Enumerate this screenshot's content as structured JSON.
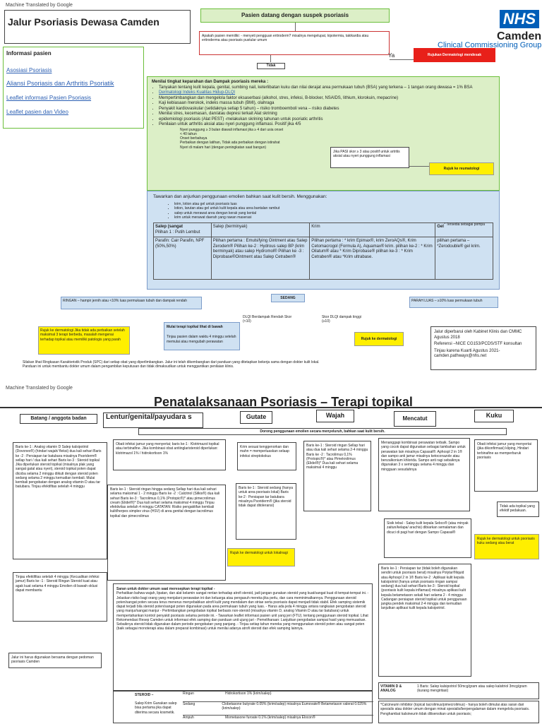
{
  "p1": {
    "mt": "Machine Translated by Google",
    "title": "Jalur Psoriasis Dewasa Camden",
    "suspect": "Pasien datang dengan suspek psoriasis",
    "q": "Apakah pasien memiliki: - menyeti pengguan eritroderm? misalnya mengelupat, kipotermia, takikardia atau eritroderma atau psoriasis pustular umum",
    "ya": "Ya",
    "urgent": "Rujukan Dermatologi mendesak",
    "tidak": "Tidak",
    "nhs": "NHS",
    "camden": "Camden",
    "ccg": "Clinical Commissioning Group",
    "info_head": "Informasi pasien",
    "links": [
      "Asosiasi Psoriasis",
      "Aliansi Psoriasis dan Arthritis Psoriatik",
      "Leaflet informasi Pasien Psoriasis",
      "Leaflet pasien dan Video"
    ],
    "assess_head": "Menilai tingkat keparahan dan Dampak psoriasis mereka :",
    "assess": [
      "Tanyakan tentang kulit kepala, genital, sumbing nail, keterlibatan kuku dan nilai derajat area permukaan tubuh (BSA) yang terkena – 1 tangan orang dewasa = 1% BSA",
      "Dermatologi Indeks Kualitas Hidup-DLQI",
      "Mempertimbangkan dan mengelola faktor eksaserbasi (alkohol, stres, infeksi, B-blocker, NSAIDS, lithium, klorokuin, mepacrine)",
      "Kaji kebiasaan merokok, indeks massa tubuh (BMI), olahraga",
      "Penyakit kardiovaskular (setidaknya setiap 5 tahun) – risiko tromboemboli vena – risiko diabetes",
      "Menilai stres, kecemasan, dan/atau depresi terkait Alat skrining",
      "epidemiologi psoriasis (Alat PEST) -melakukan skrining tahunan untuk psoriatic arthritis",
      "Penilaian untuk arthritis aksial atau nyeri punggung inflamasi. Positif jika 4/5"
    ],
    "nyeri": [
      "Nyeri punggung ≥ 3 bulan diawali inflamasi jika ≥ 4 dari usia onset < 40 tahun",
      "Onset berbahaya",
      "Perbaikan dengan latihan, Tidak ada perbaikan dengan istirahat",
      "Nyeri di malam hari (dengan peningkatan saat bangun)"
    ],
    "jika": "Jika PASI skor ≥ 3 atau positif untuk artritis aksial atau nyeri punggung inflamasi",
    "rujuk_rheum": "Rujuk ke reumatologi",
    "tawarkan": "Tawarkan dan anjurkan penggunaan emolien bahkan saat kulit bersih. Menggunakan:",
    "tawar_items": [
      "krim, lotion atau gel untuk psoriasis luas",
      "lotion, larutan atau gel untuk kulit kepala atau area bantalan rambut",
      "salep untuk merawat area dengan kerak yang kental",
      "krim untuk merawat daerah yang rawan maserasi"
    ],
    "tersedia": "* Tersedia sebagai pompa",
    "col_head": [
      "Salep (sangat",
      "Salep (berminyak)",
      "Krim",
      "Gel"
    ],
    "pilihan1": "Pilihan 1 : Putih Lembut",
    "c1": "Parafin: Cair Parafin, NPF (50%,50%)",
    "c2": "Pilihan pertama : Emulsifying Ointment atau Salep Zerodem® Pilihan ke-2 : Hydrous salep BP (krim berminyak) atau salep Hydromol® Pilihan ke -3 : Diprobase®Ointment atau Salep Cetraben®",
    "c3": "Pilihan pertama : * krim Epimax®, krim ZeroAQs®, Krim Cetomacrogol (Formula A), Aquamax® krim. pilihan ke-2 : * Krim Oilatum® atau * Krim Diprobase® pilihan ke-3 : * Krim Cetraben® atau *Krim ultrabase.",
    "c4": "pilihan pertama – *Zerodouble® gel krim.",
    "ringan": "RINGAN – hampir jernih atau <10% luas permukaan tubuh dan dampak rendah",
    "sedang": "SEDANG",
    "parah": "PARAH LUAS – ≥10% luas permukaan tubuh",
    "dlqi": "DLQI Berdampak Rendah Skor (<10)",
    "dlqi2": "Skor DLQI dampak tinggi (≥10)",
    "rujuk_derm_y": "Rujuk ke dermatologi Jika tidak ada perbaikan setelah maksimal 3 terapi berbeda, masalah mengenai terhadap topikal atau memiliki patologis yang parah",
    "terapi": "Mulai terapi topikal lihat di bawah",
    "tinjau": "Tinjau pasien dalam waktu 4 minggu setelah memulai atau mengubah perawatan",
    "rujuk_derm": "Rujuk ke dermatologi",
    "jalur": [
      "Jalur diperbarui oleh Kabinet Klinis dan CMMC Agustus 2018",
      "Referensi –NICE CG153/PCDS/STF konsultan",
      "Tinjau karena Kuarti Agustus 2021- camden.pathwayx@nhs.net"
    ],
    "footer": [
      "Silakan lihat Ringkasan Karakteristik Produk (SPC) dari setiap obat yang diperlimbangkan. Jalur ini telah dikembangkan dari panduan yang ditetapkan bekerja sama dengan dokter kulit lokal.",
      "Panduan ini untuk membantu dokter umum dalam pengambilan keputusan dan tidak dimaksudkan untuk menggantikan penilaian klinis."
    ]
  },
  "p2": {
    "mt": "Machine Translated by Google",
    "title": "Penatalaksanaan Psoriasis – Terapi topikal",
    "tabs": [
      "Batang / anggota badan",
      "Lentur/genital/payudara s",
      "Gutate",
      "Wajah",
      "Mencatut",
      "Kuku"
    ],
    "emol": "Dorong penggunaan emolien secara menyeluruh, bahkan saat kulit bersih.",
    "batang": "Baris ke-1 : Analog vitamin D Salep kalsipotriol (Dovonex®) (hindari wajah/ fleksi) dua kali sehari Baris ke -2 : Persiapan tar batubara misalnya Psoriderm® sellap hari / dua kali sehari Baris ke-3 : Steroid topikal Jika diperlukan steroid topikal (misalnya plak yang sangat gatal atau nyeri), steroid topikal poten dapat dicoba selama 2 minggu diikuti dengan steroid poten sedang selama 2 minggu kemudian kembali. Mulai kembali pengobatan dengan analog vitamin D atau tar batubara. Tinjau efektifitas setelah 4 minggu",
    "batang2": "Tinjau efektifitas setelah 4 minggu (Kecualikan infeksi jamur) Baris ke -1 : Steroid Ringan Steroid kuat atau agak kuat selama 4 minggu Emolien di bawah oklusi dapat membantu",
    "jalur_note": "Jalur ini harus digunakan bersama dengan pedoman psoriasis Camden",
    "lentur": "Obati infeksi jamur yang menyertai; baris ke-1 : Klotrimazol topikal atau terbinafine. Jika kombinasi obat antiinglaristeroid diperlukan: klotrimazol 1% / hidrokortison 1%",
    "lentur2": "Baris ke-1 : Steroid ringan hingga sedang Sellap hari dua kali sehari selama maksimal 1 - 2 minggu Baris ke -2 : Calcitriol (Silkis®) dua kali sehari Baris ke-3 : Tacrolimus 0,1% (Protopic®)* atau pimecrolimus cream (Elidel®)* Dua kali sehari selama maksimal 4 minggu Tinjau efektivitas setelah 4 minggu CATATAN: Risiko pengaktifan kembali kulit/herpes simplex virus (HSV) di area genital dengan tacrolimus topikal dan pimecrolimus",
    "gutate": "Krim sesuai kenggenorkan dan mahn = memperluaskan selaap infeksi streptokokus",
    "wajah": "Baris ke-1 : Steroid ringan Sellap hari atau dua kali sehari selama 2-4 minggu Baris ke -2 : Tacrolimus 0,1% (Protopic®)* atau Pimekrolimus (Elidel®)* Dua kali sehari selama maksimal 4 minggu",
    "wajah2": "Baris ke-1 : Steroid sedang (hanya untuk area psoriasis lokal) Baris ke-2 : Persiapan tar batubara misalnya Psoriderm® (jika steroid tidak dapat ditoleransi)",
    "rujuk_w": "Rujuk ke dermatologi untuk lokalnagi",
    "mencatut": "Menanggapi kombinasi perawatan terbaik. Sampo yang cocok dapat digunakan sebagai tambahan untuk perawatan lain misalnya Capasal®: Aphospl 2 in 1® dan sampo anti jamur misalnya ketoconazole atau benzalkonium khlorida. Sampo anti ragi sebaiknya digunakan 3 x seminggu selama 4 minggu dan mingguan sesudahnya",
    "mencatut2": "Sisik tebal - Salep kulit kepala Sebco® (atau minyak zaitun/kelapa/ arachis) dibiarkan semalaman dan dicuci di pagi hari dengan Sampo Capasal®",
    "mencatut3": "Baris ke-1 : Persiapan tar (tidak boleh digunakan sendiri untuk psoriasis berat) misalnya Polytar®liquid atau Aphospl 2 in 1® Baris ke-2 : Aplikasi kulit kepala kalsipotriol (hanya untuk psoriasis ringan sampai sedang) dua kali sehari Baris ke-3 : Steroid topikal (psoriasis kulit kepala inflamasi) misalnya aplikasi kulit kepala betametason sekali hari selama 2 - 4 minggu Cadangan persiapan steroid topikal untuk penggunaan jangka pendek maksimal 2-4 minggu dan kemudian lanjutkan aplikasi kulit kepala kalsipotriol.",
    "kuku": "Obati infeksi jamur yang menyertai (jika dikonfirmasi) kliping, Hindari terbinafine as memperburuk psoriasis",
    "kuku2": "Tidak ada topikal yang efektif pedakuan.",
    "kuku3": "Rujuk ke dermatologi untuk psoriasis kuku sedang atau berat",
    "saran_head": "Saran untuk dokter umum saat meresepkan terapi topikal -",
    "saran": "Perhatikan bahwa wajah, lipatan, dan alat kelamin sangat rentan terhadap atrofi steroid, jadi jangan gunakan steroid yang kuat/sangat kuat di tempat-tempat ini. - Jelaskan risiko bagi orang yang menjalani perawatan ini dan keluarga atau pengasuh mereka jika perlu, dan cara meminimalkannya. Penggunaan steroid poten/sangat poten secara terus menerus menyebabkan atrofi kulit yang mendalam dan striae serta psoriasis dapat menjadi tidak stabil. Efek samping sistemik dapat terjadi bila steroid poten/sangat poten digunakan pada area permukaan tubuh yang luas. - Harus ada jeda 4 minggu antara rangkaian pengobatan steroid yang manjur/sangat manjur - Pertimbangkan pengobatan topikal berbasis non-steroid (misalnya vitamin D, analog Vitamin D atau tar batubara) untuk mempertahankan kontrol penyakit psoriasis selama periode ini. - Tawarkan leaflet informasi pasien unit yang jeri (FTU). tentang penggunaan steroid topikal. Lihat Rekomendasi Resep Camden untuk informasi efek samping dan panduan unit ujung jari - Pemeliharaan: Lanjutkan pengobatan sampai hasil yang memuaskan. Sebaiknya steroid tidak digunakan dalam periode pengobatan yang panjang. - Tinjau setiap tahun mereka yang menggunakan steroid poten atau sangat poten (baik sebagai monoterapi atau dalam preparat kombinasi) untuk menilai adanya atrofi steroid dan efek samping lainnya.",
    "steroid_hd": "STEROID –",
    "steroid_rows": [
      [
        "Ringan",
        "Hidrokortison 1% (krim/salep)"
      ],
      [
        "Sedang",
        "Clobetasone butyrate 0.05% (krim/salep) misalnya Eumovate® Betametason valerat 0.025% (krim/salep)"
      ],
      [
        "Ampuh",
        "Mometasone furoate 0.1% (krim/salep) misalnya Elocon®"
      ]
    ],
    "salep_krim": "Salep Krim Gunakan salep bisa pertama jika dapat diterima secara kosmetik.",
    "vitd": "VITAMIN D & ANALOG",
    "vitd_txt": "1 Baris: Salep kalsipotriol 50mcg/gram atau salep kalsitriol 3mcg/gram (kurang mengiritasi)",
    "calc": "*Calcineurin inhibitor (topical tacrolimus/pimecrolimus) - hanya boleh dimulai atas saran dari spesialis atau dokter umum dengan minat spesialis/berpengalaman dalam mengelola psoriasis. Penghambat kalsineurin tidak dilisensikan untuk psoriasis;"
  }
}
